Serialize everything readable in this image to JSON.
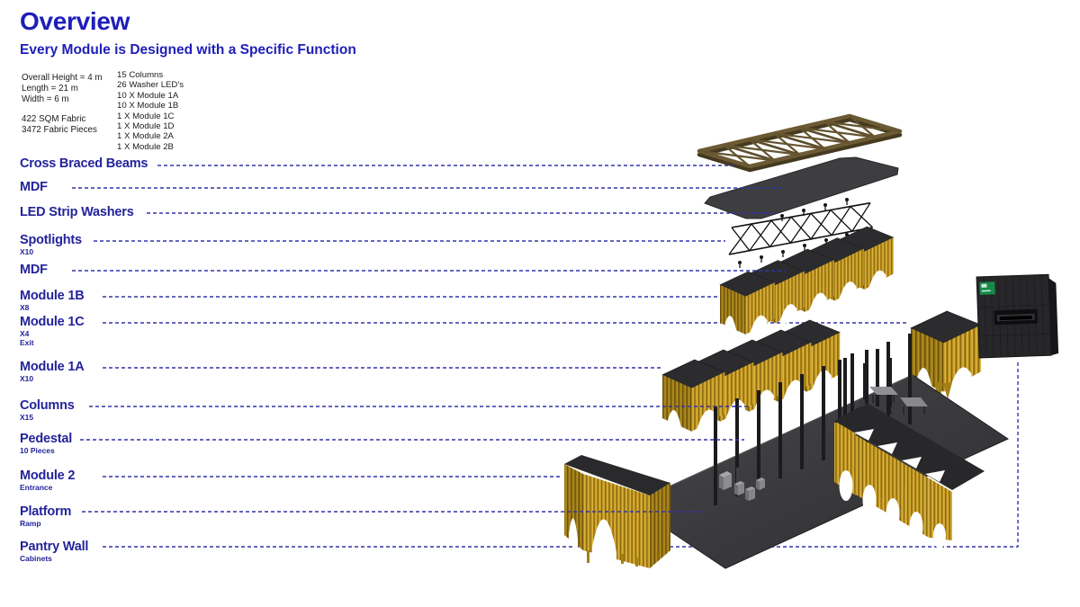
{
  "header": {
    "title": "Overview",
    "subtitle": "Every Module is Designed with a Specific Function",
    "specs_dims": [
      "Overall Height = 4 m",
      "Length = 21 m",
      "Width = 6 m"
    ],
    "specs_fabric": [
      "422 SQM Fabric",
      "3472 Fabric Pieces"
    ],
    "parts": [
      "15 Columns",
      "26 Washer LED's",
      "10 X Module 1A",
      "10 X Module 1B",
      "1 X Module 1C",
      "1 X Module 1D",
      "1 X Module 2A",
      "1 X Module 2B"
    ]
  },
  "labels": [
    {
      "title": "Cross Braced Beams"
    },
    {
      "title": "MDF"
    },
    {
      "title": "LED Strip Washers"
    },
    {
      "title": "Spotlights",
      "sub1": "X10"
    },
    {
      "title": "MDF"
    },
    {
      "title": "Module 1B",
      "sub1": "X8"
    },
    {
      "title": "Module 1C",
      "sub1": "X4",
      "sub2": "Exit"
    },
    {
      "title": "Module 1A",
      "sub1": "X10"
    },
    {
      "title": "Columns",
      "sub1": "X15"
    },
    {
      "title": "Pedestal",
      "sub1": "10 Pieces"
    },
    {
      "title": "Module 2",
      "sub1": "Entrance"
    },
    {
      "title": "Platform",
      "sub1": "Ramp"
    },
    {
      "title": "Pantry Wall",
      "sub1": "Cabinets"
    }
  ],
  "palette": {
    "title_blue": "#1e1eb8",
    "label_blue": "#23239b",
    "leader_blue": "#3434ac",
    "spec_black": "#1b1b1b",
    "truss_brown": "#6b5a33",
    "panel_dark": "#3e3e41",
    "roof_dark": "#2b2b2e",
    "fringe_gold": "#c79b25",
    "platform_gray": "#3a3a3d",
    "exit_sign_green": "#178a4b"
  }
}
